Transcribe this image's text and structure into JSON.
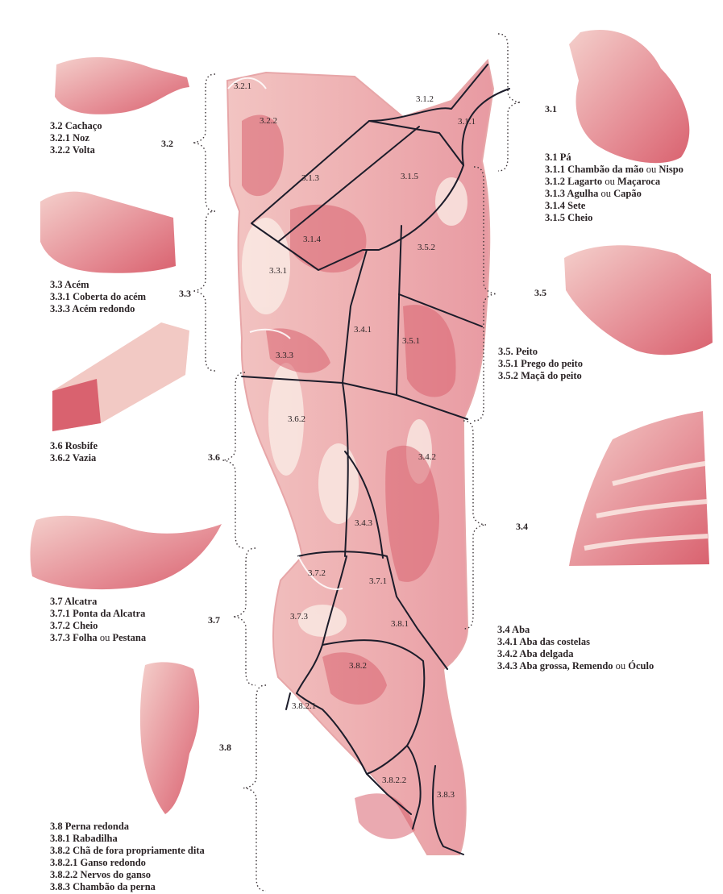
{
  "colors": {
    "meat_base": "#eeb3b3",
    "meat_pale": "#f6d9d6",
    "meat_mid": "#e58d95",
    "meat_dark": "#d9626f",
    "fat": "#fbefe8",
    "cut_line": "#1c1c2a",
    "text": "#2b2426"
  },
  "region_labels": [
    {
      "id": "3.2.1",
      "text": "3.2.1"
    },
    {
      "id": "3.2.2",
      "text": "3.2.2"
    },
    {
      "id": "3.1.2",
      "text": "3.1.2"
    },
    {
      "id": "3.1.1",
      "text": "3.1.1"
    },
    {
      "id": "3.1.3",
      "text": "3.1.3"
    },
    {
      "id": "3.1.5",
      "text": "3.1.5"
    },
    {
      "id": "3.1.4",
      "text": "3.1.4"
    },
    {
      "id": "3.5.2",
      "text": "3.5.2"
    },
    {
      "id": "3.3.1",
      "text": "3.3.1"
    },
    {
      "id": "3.4.1",
      "text": "3.4.1"
    },
    {
      "id": "3.5.1",
      "text": "3.5.1"
    },
    {
      "id": "3.3.3",
      "text": "3.3.3"
    },
    {
      "id": "3.6.2",
      "text": "3.6.2"
    },
    {
      "id": "3.4.2",
      "text": "3.4.2"
    },
    {
      "id": "3.4.3",
      "text": "3.4.3"
    },
    {
      "id": "3.7.2",
      "text": "3.7.2"
    },
    {
      "id": "3.7.1",
      "text": "3.7.1"
    },
    {
      "id": "3.7.3",
      "text": "3.7.3"
    },
    {
      "id": "3.8.1",
      "text": "3.8.1"
    },
    {
      "id": "3.8.2",
      "text": "3.8.2"
    },
    {
      "id": "3.8.2.1",
      "text": "3.8.2.1"
    },
    {
      "id": "3.8.2.2",
      "text": "3.8.2.2"
    },
    {
      "id": "3.8.3",
      "text": "3.8.3"
    }
  ],
  "bracket_tags": {
    "t32": "3.2",
    "t31": "3.1",
    "t33": "3.3",
    "t35": "3.5",
    "t36": "3.6",
    "t34": "3.4",
    "t37": "3.7",
    "t38": "3.8"
  },
  "legends": {
    "l32": [
      "3.2 Cachaço",
      "3.2.1 Noz",
      "3.2.2 Volta"
    ],
    "l31": [
      {
        "a": "3.1 Pá"
      },
      {
        "a": "3.1.1 Chambão da mão ",
        "conn": "ou",
        "b": " Nispo"
      },
      {
        "a": "3.1.2 Lagarto ",
        "conn": "ou",
        "b": " Maçaroca"
      },
      {
        "a": "3.1.3 Agulha ",
        "conn": "ou",
        "b": " Capão"
      },
      {
        "a": "3.1.4 Sete"
      },
      {
        "a": "3.1.5 Cheio"
      }
    ],
    "l33": [
      "3.3 Acém",
      "3.3.1 Coberta do acém",
      "3.3.3 Acém redondo"
    ],
    "l35": [
      "3.5. Peito",
      "3.5.1 Prego do peito",
      "3.5.2 Maçã do peito"
    ],
    "l36": [
      "3.6 Rosbife",
      "3.6.2 Vazia"
    ],
    "l37": [
      {
        "a": "3.7 Alcatra"
      },
      {
        "a": "3.7.1 Ponta da Alcatra"
      },
      {
        "a": "3.7.2 Cheio"
      },
      {
        "a": "3.7.3 Folha ",
        "conn": "ou",
        "b": " Pestana"
      }
    ],
    "l34": [
      {
        "a": "3.4 Aba"
      },
      {
        "a": "3.4.1 Aba das costelas"
      },
      {
        "a": "3.4.2 Aba delgada"
      },
      {
        "a": "3.4.3 Aba grossa, Remendo ",
        "conn": "ou",
        "b": " Óculo"
      }
    ],
    "l38": [
      "3.8 Perna redonda",
      "3.8.1 Rabadilha",
      "3.8.2 Chã de fora propriamente dita",
      "3.8.2.1 Ganso redondo",
      "3.8.2.2 Nervos do ganso",
      "3.8.3 Chambão da perna"
    ]
  }
}
